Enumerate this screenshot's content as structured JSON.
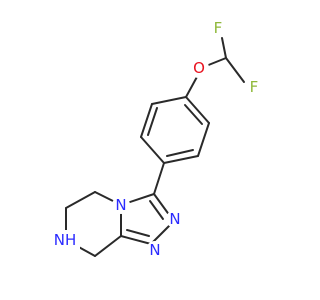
{
  "molecule": {
    "colors": {
      "bond": "#2a2a2a",
      "nitrogen": "#2b2bff",
      "oxygen": "#e8121f",
      "fluorine": "#8fb83a"
    },
    "atoms": {
      "f_top": "F",
      "f_side": "F",
      "o_ether": "O",
      "n_ring_fused": "N",
      "n_ring_right": "N",
      "n_ring_bottom": "N",
      "nh_amine": "NH"
    }
  }
}
